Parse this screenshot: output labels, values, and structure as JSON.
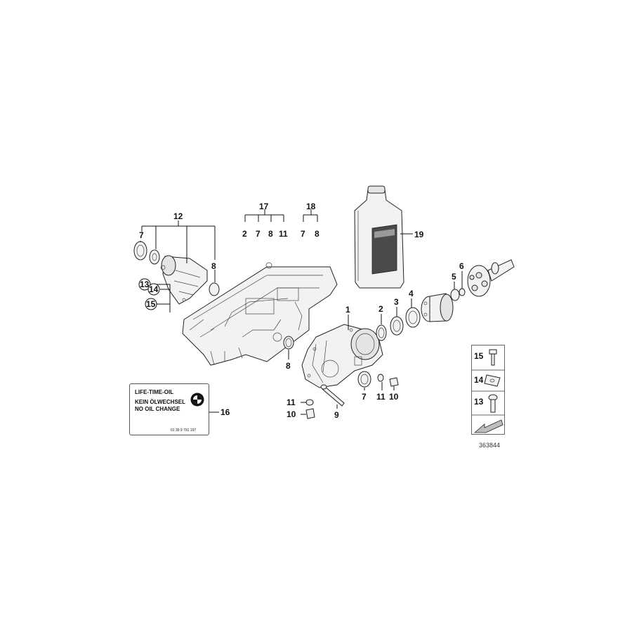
{
  "diagram": {
    "reference_number": "363844",
    "callouts": {
      "c1": "1",
      "c2": "2",
      "c3": "3",
      "c4": "4",
      "c5": "5",
      "c6": "6",
      "c7_right": "7",
      "c8_right": "8",
      "c9": "9",
      "c10_left": "10",
      "c10_right": "10",
      "c11_left": "11",
      "c11_right": "11",
      "c12": "12",
      "c12_7": "7",
      "c12_8": "8",
      "c13": "13",
      "c14": "14",
      "c15": "15",
      "c16": "16",
      "c17": "17",
      "c17_2": "2",
      "c17_7": "7",
      "c17_8": "8",
      "c17_11": "11",
      "c18": "18",
      "c18_7": "7",
      "c18_8": "8",
      "c19": "19"
    },
    "legend": {
      "l15": "15",
      "l14": "14",
      "l13": "13"
    }
  },
  "label_card": {
    "line1": "LIFE-TIME-OIL",
    "line2": "KEIN ÖLWECHSEL",
    "line3": "NO OIL CHANGE",
    "part_no": "01 39 9 791 197",
    "logo": "bmw-roundel-logo"
  },
  "colors": {
    "line": "#111111",
    "part_fill": "#f2f2f2",
    "oil_bottle": "#dcdcdc",
    "bottle_label": "#444444"
  }
}
